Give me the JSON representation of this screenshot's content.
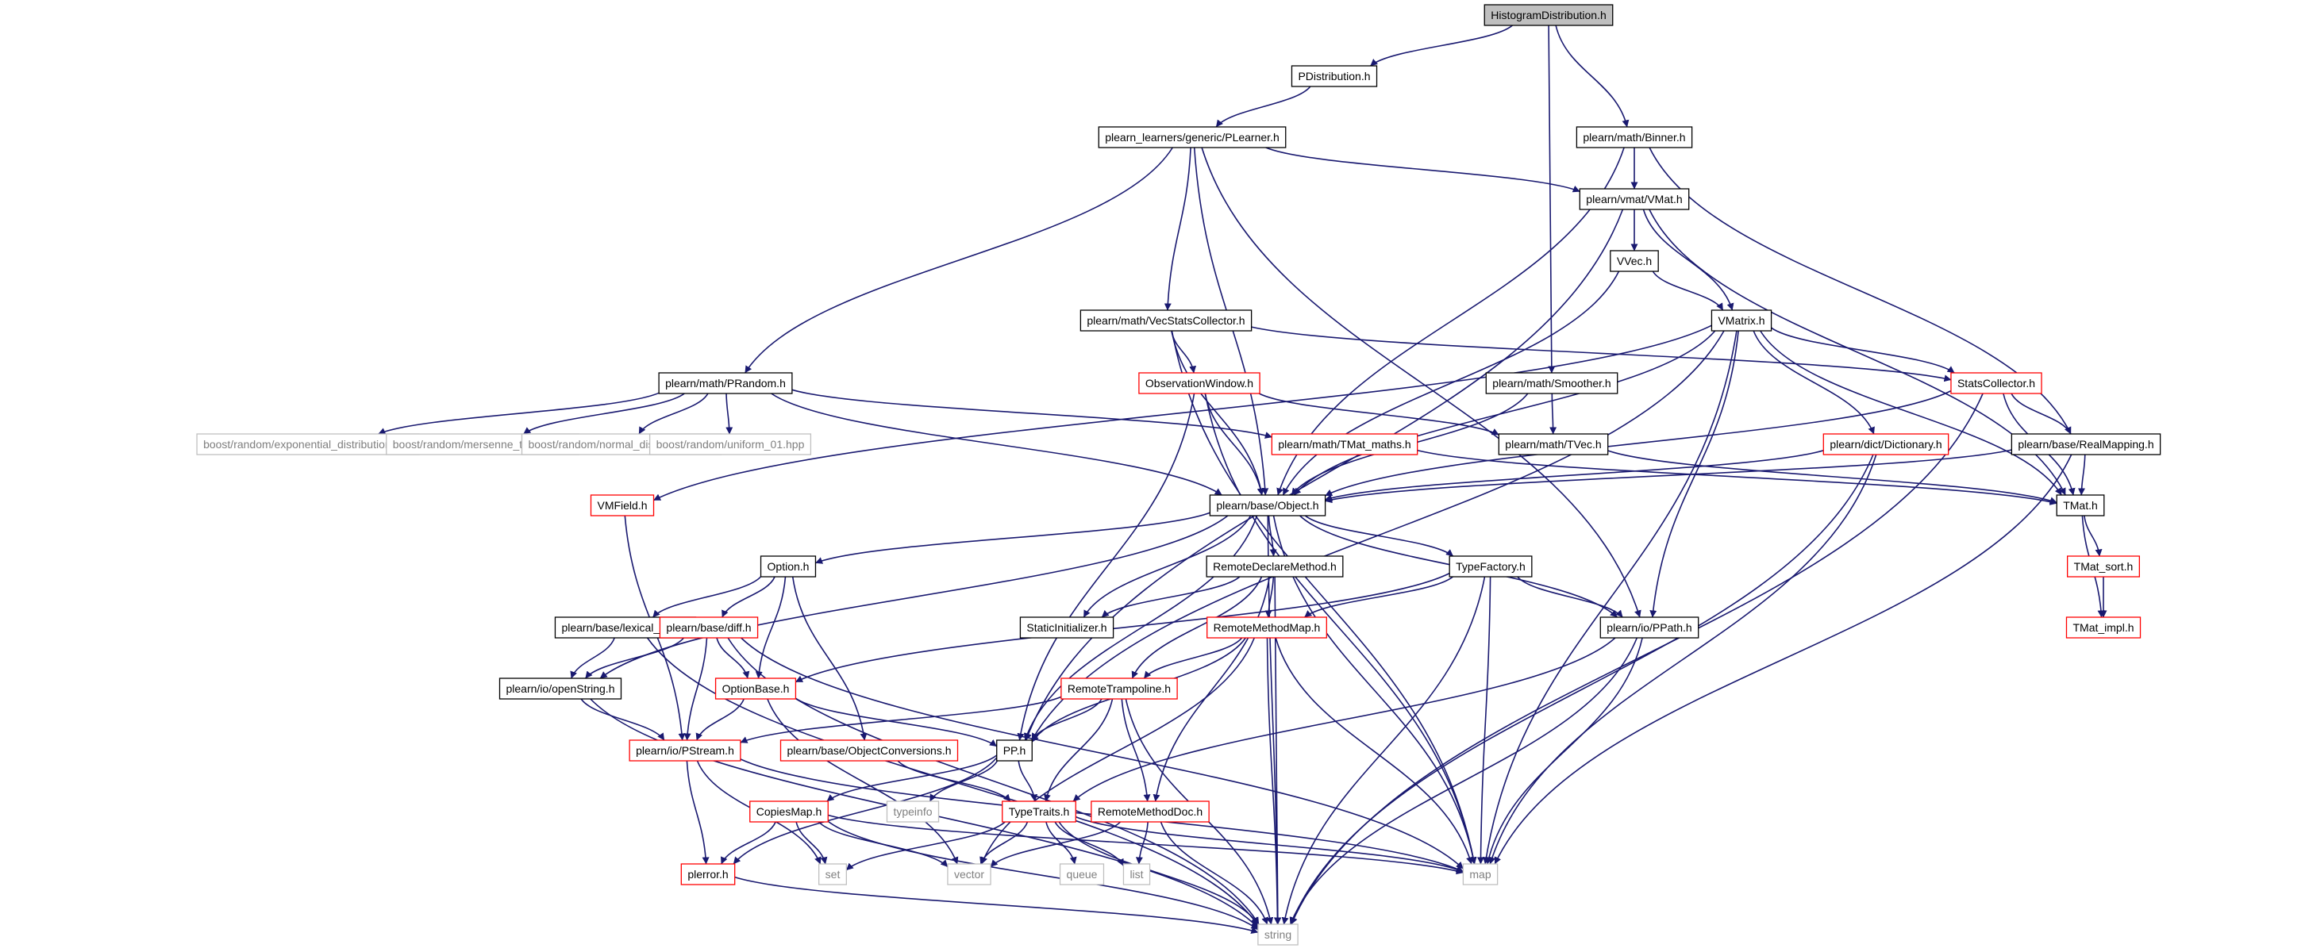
{
  "colors": {
    "edge": "#191970",
    "root_fill": "#bfbfbf",
    "border_black": "#000000",
    "border_red": "#ff0000",
    "border_gray": "#bfbfbf",
    "text": "#000000",
    "text_gray": "#7f7f7f"
  },
  "nodes": [
    {
      "id": "histogramdistribution",
      "label": "HistogramDistribution.h",
      "style": "root"
    },
    {
      "id": "pdistribution",
      "label": "PDistribution.h",
      "style": "black"
    },
    {
      "id": "plearner",
      "label": "plearn_learners/generic/PLearner.h",
      "style": "black"
    },
    {
      "id": "binner",
      "label": "plearn/math/Binner.h",
      "style": "black"
    },
    {
      "id": "vmat",
      "label": "plearn/vmat/VMat.h",
      "style": "black"
    },
    {
      "id": "vvec",
      "label": "VVec.h",
      "style": "black"
    },
    {
      "id": "vecstatscollector",
      "label": "plearn/math/VecStatsCollector.h",
      "style": "black"
    },
    {
      "id": "vmatrix",
      "label": "VMatrix.h",
      "style": "black"
    },
    {
      "id": "prandom",
      "label": "plearn/math/PRandom.h",
      "style": "black"
    },
    {
      "id": "observationwindow",
      "label": "ObservationWindow.h",
      "style": "red"
    },
    {
      "id": "smoother",
      "label": "plearn/math/Smoother.h",
      "style": "black"
    },
    {
      "id": "statscollector",
      "label": "StatsCollector.h",
      "style": "red"
    },
    {
      "id": "exponential",
      "label": "boost/random/exponential_distribution.hpp",
      "style": "gray"
    },
    {
      "id": "mersenne",
      "label": "boost/random/mersenne_twister.hpp",
      "style": "gray"
    },
    {
      "id": "normal",
      "label": "boost/random/normal_distribution.hpp",
      "style": "gray"
    },
    {
      "id": "uniform01",
      "label": "boost/random/uniform_01.hpp",
      "style": "gray"
    },
    {
      "id": "tmatmaths",
      "label": "plearn/math/TMat_maths.h",
      "style": "red"
    },
    {
      "id": "tvec",
      "label": "plearn/math/TVec.h",
      "style": "black"
    },
    {
      "id": "dictionary",
      "label": "plearn/dict/Dictionary.h",
      "style": "red"
    },
    {
      "id": "realmapping",
      "label": "plearn/base/RealMapping.h",
      "style": "black"
    },
    {
      "id": "vmfield",
      "label": "VMField.h",
      "style": "red"
    },
    {
      "id": "object",
      "label": "plearn/base/Object.h",
      "style": "black"
    },
    {
      "id": "tmat",
      "label": "TMat.h",
      "style": "black"
    },
    {
      "id": "option",
      "label": "Option.h",
      "style": "black"
    },
    {
      "id": "remotedeclaremethod",
      "label": "RemoteDeclareMethod.h",
      "style": "black"
    },
    {
      "id": "typefactory",
      "label": "TypeFactory.h",
      "style": "black"
    },
    {
      "id": "tmatsort",
      "label": "TMat_sort.h",
      "style": "red"
    },
    {
      "id": "lexicalcast",
      "label": "plearn/base/lexical_cast.h",
      "style": "black"
    },
    {
      "id": "diff",
      "label": "plearn/base/diff.h",
      "style": "red"
    },
    {
      "id": "staticinitializer",
      "label": "StaticInitializer.h",
      "style": "black"
    },
    {
      "id": "remotemethodmap",
      "label": "RemoteMethodMap.h",
      "style": "red"
    },
    {
      "id": "ppath",
      "label": "plearn/io/PPath.h",
      "style": "black"
    },
    {
      "id": "tmatimpl",
      "label": "TMat_impl.h",
      "style": "red"
    },
    {
      "id": "openstring",
      "label": "plearn/io/openString.h",
      "style": "black"
    },
    {
      "id": "optionbase",
      "label": "OptionBase.h",
      "style": "red"
    },
    {
      "id": "remotetrampoline",
      "label": "RemoteTrampoline.h",
      "style": "red"
    },
    {
      "id": "pstream",
      "label": "plearn/io/PStream.h",
      "style": "red"
    },
    {
      "id": "objectconversions",
      "label": "plearn/base/ObjectConversions.h",
      "style": "red"
    },
    {
      "id": "pp",
      "label": "PP.h",
      "style": "black"
    },
    {
      "id": "copiesmap",
      "label": "CopiesMap.h",
      "style": "red"
    },
    {
      "id": "typeinfo",
      "label": "typeinfo",
      "style": "gray"
    },
    {
      "id": "typetraits",
      "label": "TypeTraits.h",
      "style": "red"
    },
    {
      "id": "remotemethoddoc",
      "label": "RemoteMethodDoc.h",
      "style": "red"
    },
    {
      "id": "perror",
      "label": "plerror.h",
      "style": "red"
    },
    {
      "id": "set",
      "label": "set",
      "style": "gray"
    },
    {
      "id": "vector",
      "label": "vector",
      "style": "gray"
    },
    {
      "id": "queue",
      "label": "queue",
      "style": "gray"
    },
    {
      "id": "list",
      "label": "list",
      "style": "gray"
    },
    {
      "id": "map",
      "label": "map",
      "style": "gray"
    },
    {
      "id": "string",
      "label": "string",
      "style": "gray"
    }
  ],
  "edges": [
    [
      "histogramdistribution",
      "pdistribution"
    ],
    [
      "histogramdistribution",
      "binner"
    ],
    [
      "histogramdistribution",
      "smoother"
    ],
    [
      "pdistribution",
      "plearner"
    ],
    [
      "plearner",
      "prandom"
    ],
    [
      "plearner",
      "object"
    ],
    [
      "plearner",
      "vecstatscollector"
    ],
    [
      "plearner",
      "vmat"
    ],
    [
      "plearner",
      "ppath"
    ],
    [
      "binner",
      "object"
    ],
    [
      "binner",
      "vmat"
    ],
    [
      "binner",
      "realmapping"
    ],
    [
      "vmat",
      "pp"
    ],
    [
      "vmat",
      "vvec"
    ],
    [
      "vmat",
      "vmatrix"
    ],
    [
      "vmat",
      "tmat"
    ],
    [
      "vvec",
      "object"
    ],
    [
      "vvec",
      "vmatrix"
    ],
    [
      "vecstatscollector",
      "observationwindow"
    ],
    [
      "vecstatscollector",
      "object"
    ],
    [
      "vecstatscollector",
      "statscollector"
    ],
    [
      "vecstatscollector",
      "map"
    ],
    [
      "vmatrix",
      "vmfield"
    ],
    [
      "vmatrix",
      "pp"
    ],
    [
      "vmatrix",
      "object"
    ],
    [
      "vmatrix",
      "statscollector"
    ],
    [
      "vmatrix",
      "dictionary"
    ],
    [
      "vmatrix",
      "ppath"
    ],
    [
      "vmatrix",
      "map"
    ],
    [
      "vmatrix",
      "tmat"
    ],
    [
      "prandom",
      "exponential"
    ],
    [
      "prandom",
      "mersenne"
    ],
    [
      "prandom",
      "normal"
    ],
    [
      "prandom",
      "uniform01"
    ],
    [
      "prandom",
      "tmatmaths"
    ],
    [
      "prandom",
      "object"
    ],
    [
      "observationwindow",
      "pp"
    ],
    [
      "observationwindow",
      "object"
    ],
    [
      "observationwindow",
      "tvec"
    ],
    [
      "observationwindow",
      "map"
    ],
    [
      "smoother",
      "tvec"
    ],
    [
      "smoother",
      "object"
    ],
    [
      "statscollector",
      "object"
    ],
    [
      "statscollector",
      "realmapping"
    ],
    [
      "statscollector",
      "tmat"
    ],
    [
      "statscollector",
      "string"
    ],
    [
      "tmatmaths",
      "tmat"
    ],
    [
      "tvec",
      "tmat"
    ],
    [
      "dictionary",
      "object"
    ],
    [
      "dictionary",
      "map"
    ],
    [
      "dictionary",
      "string"
    ],
    [
      "realmapping",
      "object"
    ],
    [
      "realmapping",
      "tmat"
    ],
    [
      "realmapping",
      "map"
    ],
    [
      "vmfield",
      "pstream"
    ],
    [
      "object",
      "option"
    ],
    [
      "object",
      "remotedeclaremethod"
    ],
    [
      "object",
      "typefactory"
    ],
    [
      "object",
      "staticinitializer"
    ],
    [
      "object",
      "ppath"
    ],
    [
      "object",
      "openstring"
    ],
    [
      "object",
      "pp"
    ],
    [
      "object",
      "map"
    ],
    [
      "object",
      "string"
    ],
    [
      "tmat",
      "tmatsort"
    ],
    [
      "tmat",
      "tmatimpl"
    ],
    [
      "tmatsort",
      "tmatimpl"
    ],
    [
      "option",
      "lexicalcast"
    ],
    [
      "option",
      "diff"
    ],
    [
      "option",
      "optionbase"
    ],
    [
      "option",
      "objectconversions"
    ],
    [
      "remotedeclaremethod",
      "staticinitializer"
    ],
    [
      "remotedeclaremethod",
      "remotemethodmap"
    ],
    [
      "remotedeclaremethod",
      "remotetrampoline"
    ],
    [
      "remotedeclaremethod",
      "remotemethoddoc"
    ],
    [
      "remotedeclaremethod",
      "string"
    ],
    [
      "typefactory",
      "optionbase"
    ],
    [
      "typefactory",
      "remotemethodmap"
    ],
    [
      "typefactory",
      "ppath"
    ],
    [
      "typefactory",
      "map"
    ],
    [
      "typefactory",
      "string"
    ],
    [
      "lexicalcast",
      "openstring"
    ],
    [
      "lexicalcast",
      "string"
    ],
    [
      "diff",
      "openstring"
    ],
    [
      "diff",
      "optionbase"
    ],
    [
      "diff",
      "pstream"
    ],
    [
      "diff",
      "map"
    ],
    [
      "diff",
      "string"
    ],
    [
      "remotemethodmap",
      "remotetrampoline"
    ],
    [
      "remotemethodmap",
      "pp"
    ],
    [
      "remotemethodmap",
      "map"
    ],
    [
      "remotemethodmap",
      "string"
    ],
    [
      "remotemethodmap",
      "vector"
    ],
    [
      "ppath",
      "typetraits"
    ],
    [
      "ppath",
      "map"
    ],
    [
      "ppath",
      "string"
    ],
    [
      "openstring",
      "pstream"
    ],
    [
      "openstring",
      "string"
    ],
    [
      "optionbase",
      "pstream"
    ],
    [
      "optionbase",
      "pp"
    ],
    [
      "optionbase",
      "vector"
    ],
    [
      "remotetrampoline",
      "pstream"
    ],
    [
      "remotetrampoline",
      "pp"
    ],
    [
      "remotetrampoline",
      "typetraits"
    ],
    [
      "remotetrampoline",
      "remotemethoddoc"
    ],
    [
      "remotetrampoline",
      "string"
    ],
    [
      "pstream",
      "perror"
    ],
    [
      "pstream",
      "set"
    ],
    [
      "pstream",
      "map"
    ],
    [
      "objectconversions",
      "typetraits"
    ],
    [
      "pp",
      "copiesmap"
    ],
    [
      "pp",
      "typeinfo"
    ],
    [
      "pp",
      "typetraits"
    ],
    [
      "pp",
      "perror"
    ],
    [
      "copiesmap",
      "perror"
    ],
    [
      "copiesmap",
      "set"
    ],
    [
      "copiesmap",
      "vector"
    ],
    [
      "copiesmap",
      "map"
    ],
    [
      "copiesmap",
      "string"
    ],
    [
      "typetraits",
      "set"
    ],
    [
      "typetraits",
      "vector"
    ],
    [
      "typetraits",
      "queue"
    ],
    [
      "typetraits",
      "list"
    ],
    [
      "typetraits",
      "map"
    ],
    [
      "typetraits",
      "string"
    ],
    [
      "remotemethoddoc",
      "list"
    ],
    [
      "remotemethoddoc",
      "vector"
    ],
    [
      "remotemethoddoc",
      "string"
    ],
    [
      "perror",
      "string"
    ]
  ]
}
